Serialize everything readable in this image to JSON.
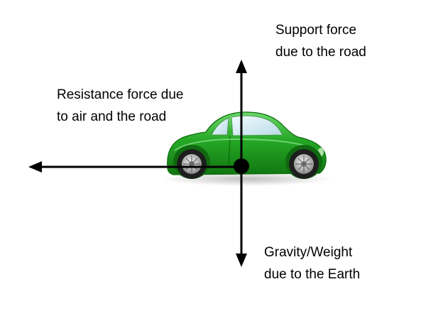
{
  "labels": {
    "support": [
      "Support force",
      "due to the road"
    ],
    "resistance": [
      "Resistance force due",
      "to air and the road"
    ],
    "gravity": [
      "Gravity/Weight",
      "due to the Earth"
    ]
  },
  "colors": {
    "car_body": "#22a322",
    "car_body_highlight": "#5fd25f",
    "car_body_shadow": "#137a13",
    "window": "#d8eef5",
    "tyre": "#1e1e1e",
    "rim": "#cfcfcf",
    "arrow": "#000000"
  },
  "icons": {
    "car": "car-icon",
    "force_point": "force-point-dot"
  }
}
